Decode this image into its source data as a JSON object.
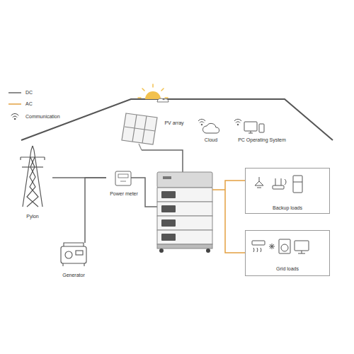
{
  "diagram": {
    "nodes": [
      {
        "text": [
          "PV array"
        ]
      },
      {
        "text": [
          "Cloud"
        ]
      },
      {
        "text": [
          "PC Operating System"
        ]
      },
      {
        "text": [
          "Pylon"
        ]
      },
      {
        "text": [
          "Power meter"
        ]
      },
      {
        "text": [
          "Backup loads"
        ]
      },
      {
        "text": [
          "Generator"
        ]
      },
      {
        "text": [
          "Grid loads"
        ]
      }
    ],
    "edges": [
      {
        "from": 3,
        "to": 4,
        "arrow": "none"
      },
      {
        "from": 6,
        "to": 4,
        "arrow": "none"
      }
    ],
    "legend": [
      {
        "text": "DC"
      },
      {
        "text": "AC"
      },
      {
        "text": "Communication"
      }
    ]
  }
}
